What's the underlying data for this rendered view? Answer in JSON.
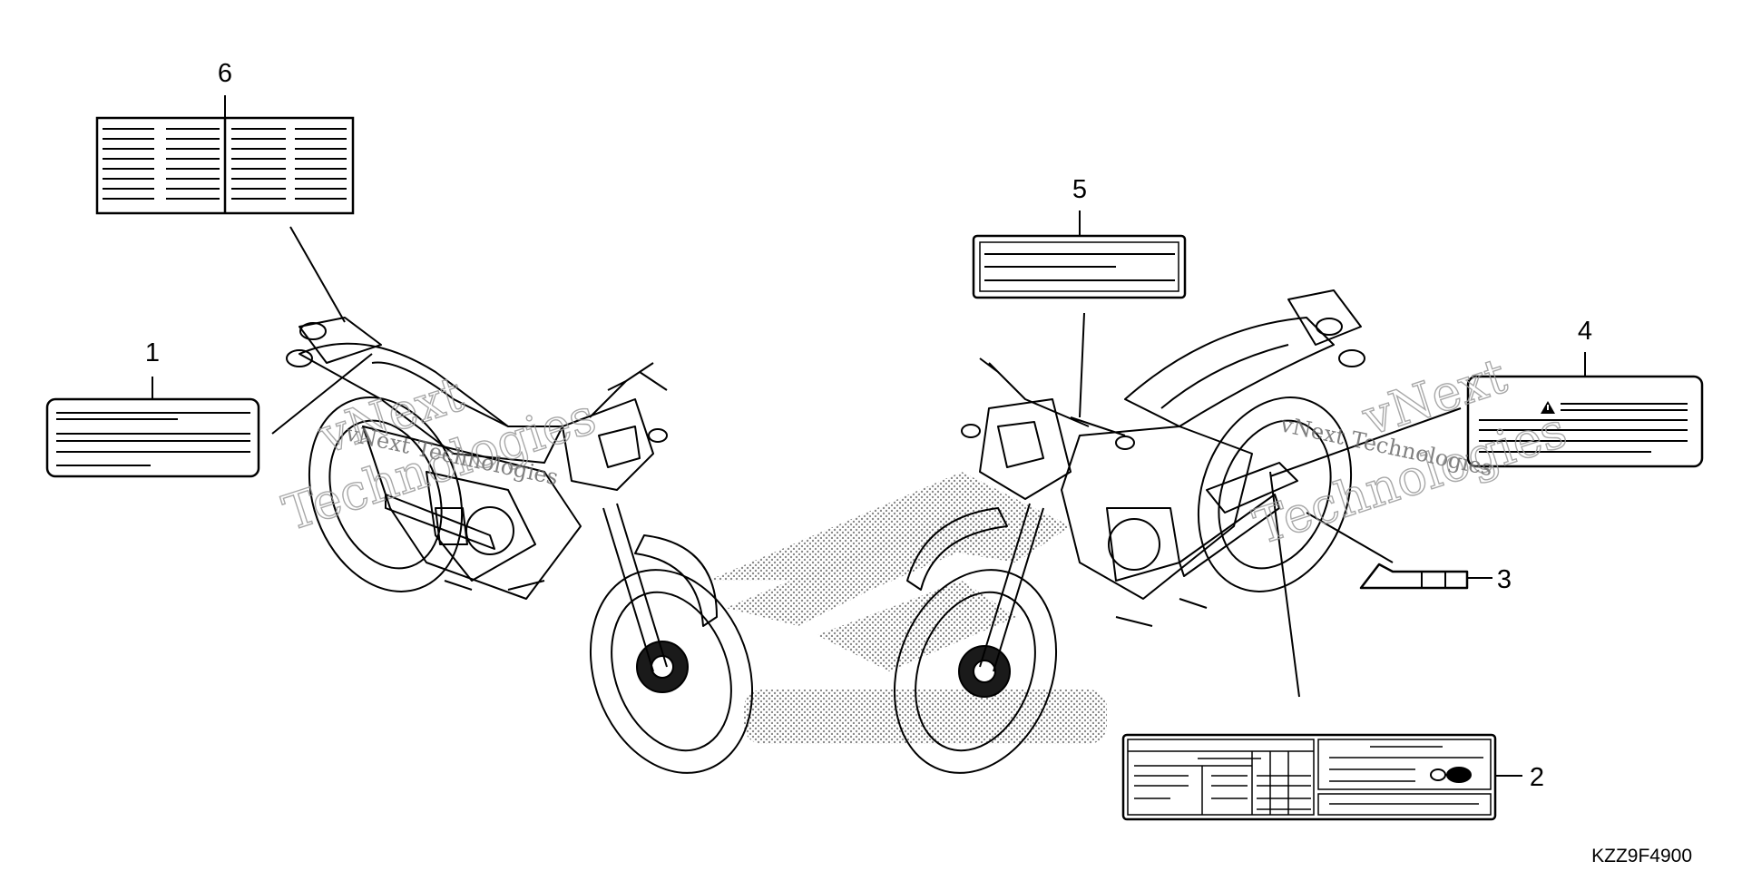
{
  "diagram": {
    "callouts": [
      {
        "id": "1",
        "label": "1"
      },
      {
        "id": "2",
        "label": "2"
      },
      {
        "id": "3",
        "label": "3"
      },
      {
        "id": "4",
        "label": "4"
      },
      {
        "id": "5",
        "label": "5"
      },
      {
        "id": "6",
        "label": "6"
      }
    ],
    "part_code": "KZZ9F4900",
    "watermark": {
      "line1": "vNext",
      "line2": "Technologies",
      "small": "vNext Technologies"
    },
    "colors": {
      "ink": "#000000",
      "watermark": "#9a9a9a",
      "halftone": "#8a8a8a"
    }
  }
}
